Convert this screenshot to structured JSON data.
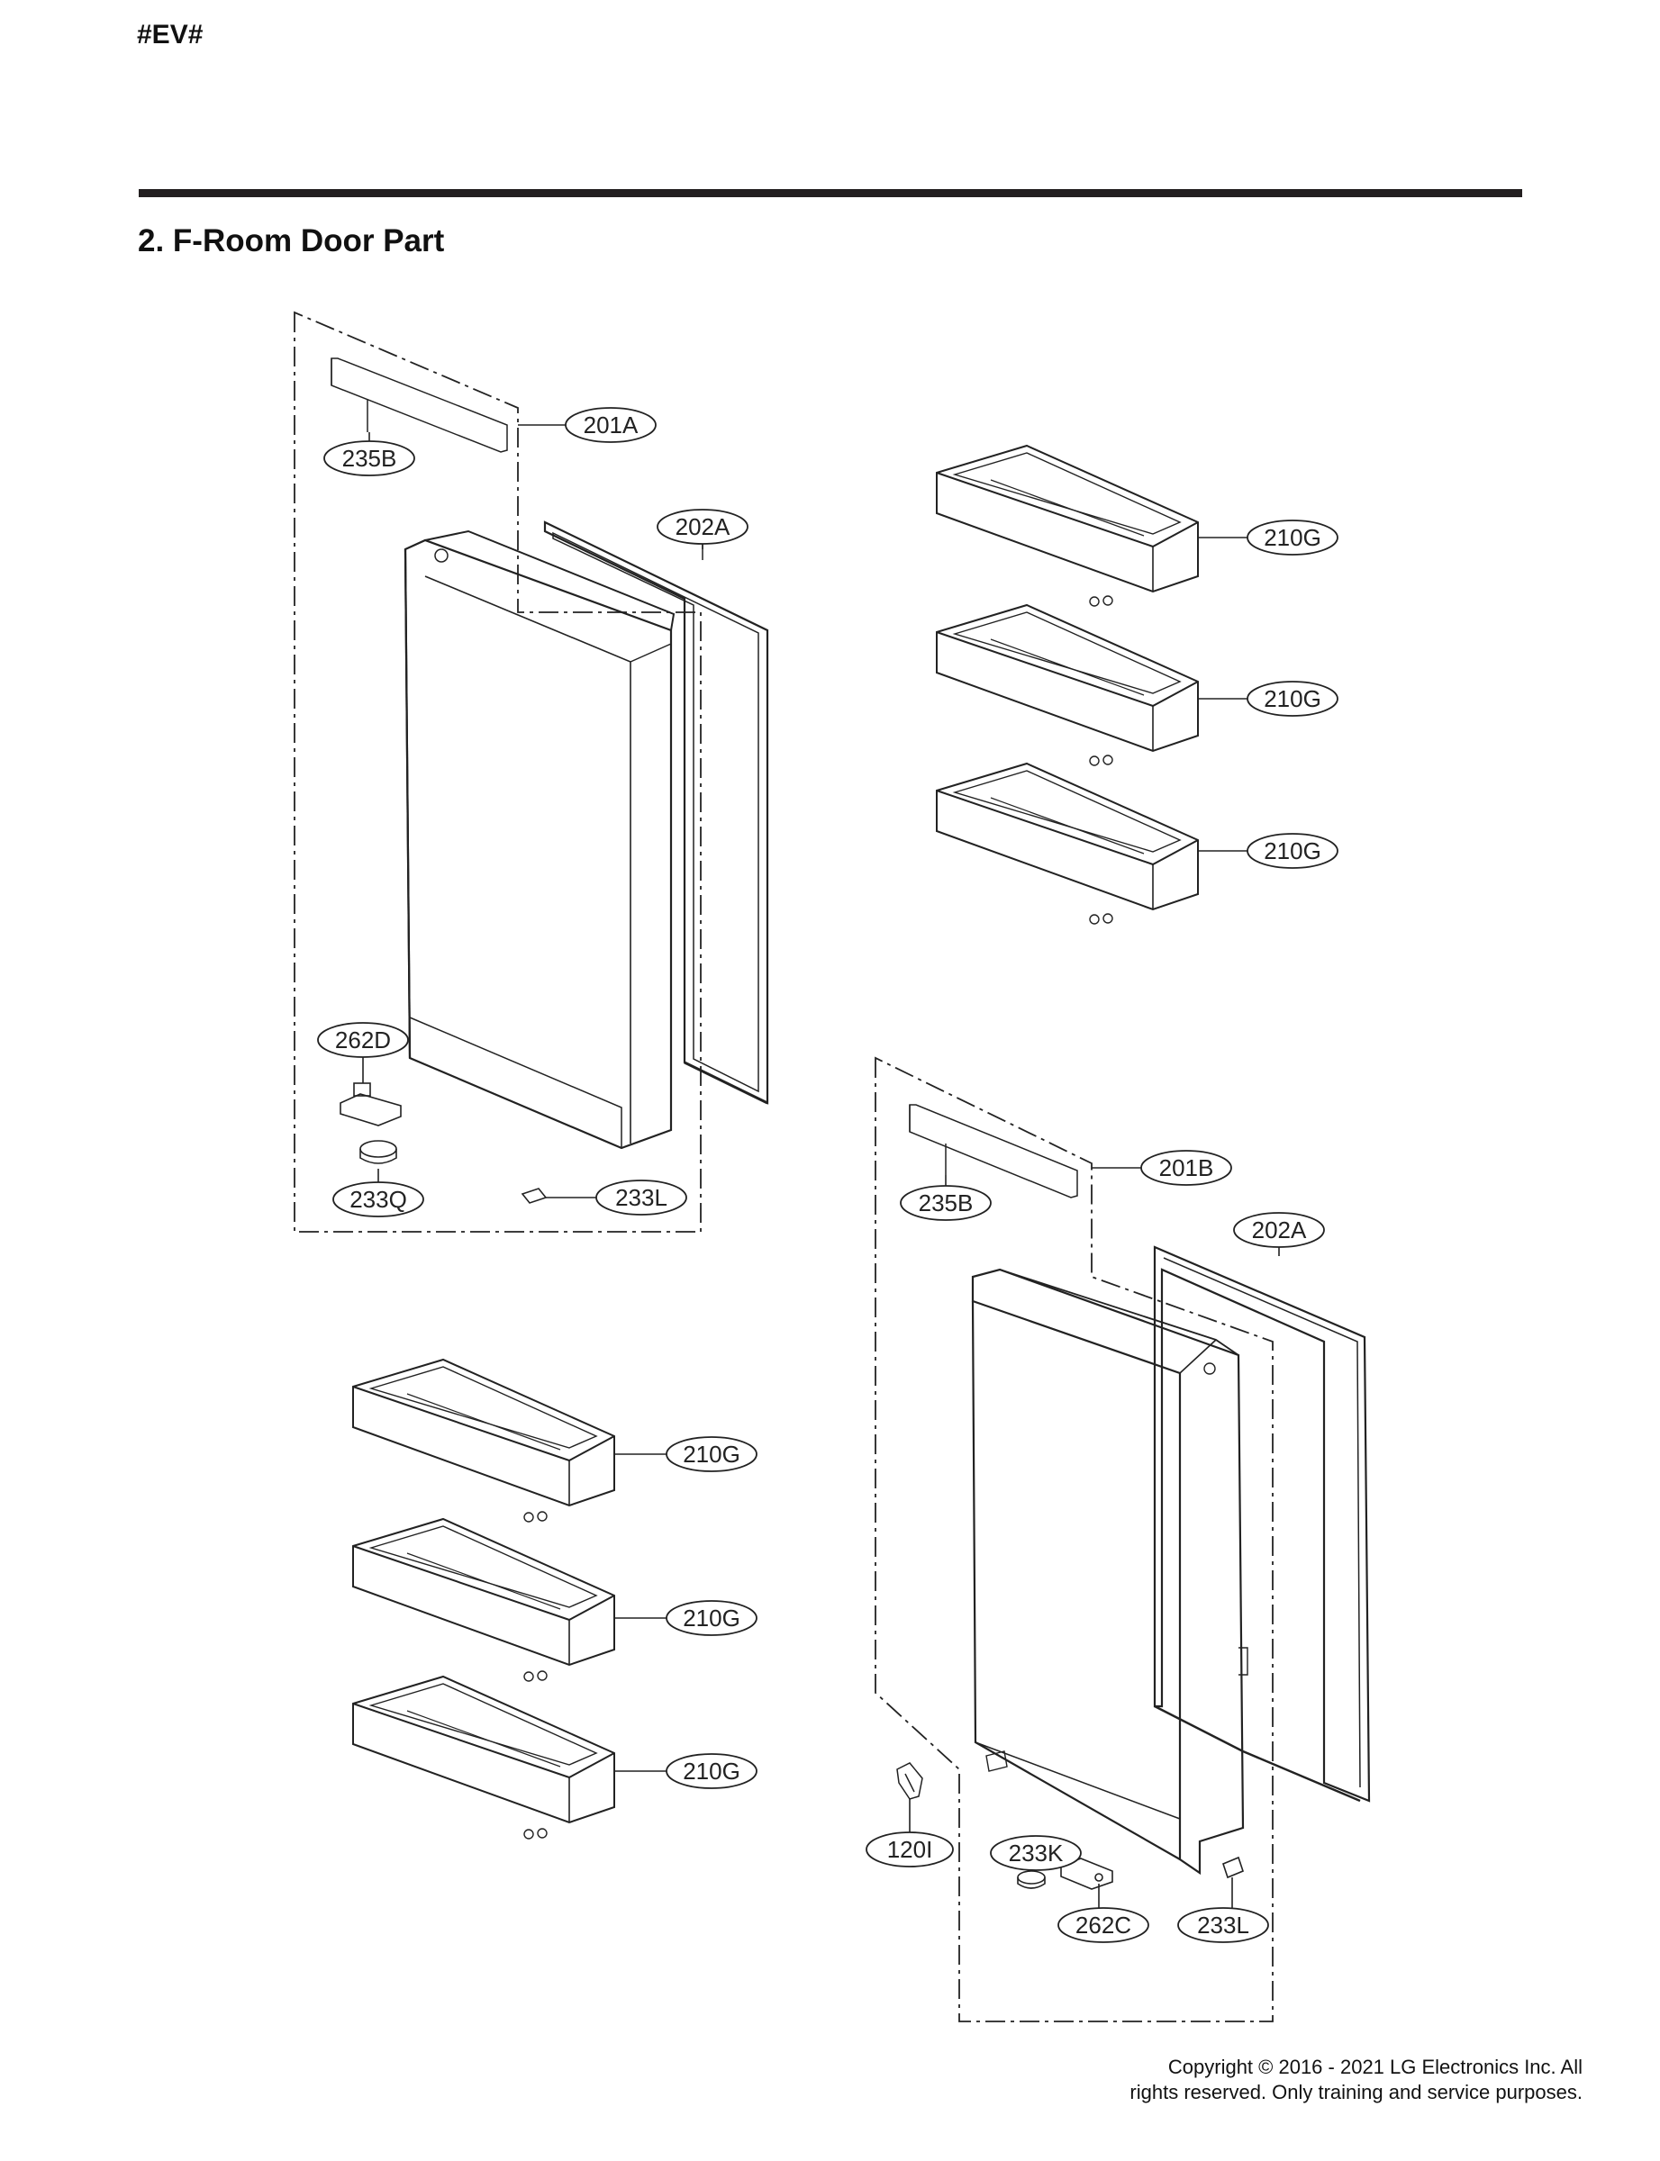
{
  "header": {
    "tag": "#EV#"
  },
  "section": {
    "title": "2. F-Room Door Part"
  },
  "callouts": [
    {
      "id": "c1",
      "label": "201A"
    },
    {
      "id": "c2",
      "label": "235B"
    },
    {
      "id": "c3",
      "label": "202A"
    },
    {
      "id": "c4",
      "label": "262D"
    },
    {
      "id": "c5",
      "label": "233Q"
    },
    {
      "id": "c6",
      "label": "233L"
    },
    {
      "id": "c7",
      "label": "210G"
    },
    {
      "id": "c8",
      "label": "210G"
    },
    {
      "id": "c9",
      "label": "210G"
    },
    {
      "id": "c10",
      "label": "201B"
    },
    {
      "id": "c11",
      "label": "235B"
    },
    {
      "id": "c12",
      "label": "202A"
    },
    {
      "id": "c13",
      "label": "210G"
    },
    {
      "id": "c14",
      "label": "210G"
    },
    {
      "id": "c15",
      "label": "210G"
    },
    {
      "id": "c16",
      "label": "120I"
    },
    {
      "id": "c17",
      "label": "233K"
    },
    {
      "id": "c18",
      "label": "262C"
    },
    {
      "id": "c19",
      "label": "233L"
    }
  ],
  "footer": {
    "copyright_line1": "Copyright © 2016 - 2021 LG Electronics Inc. All",
    "copyright_line2": "rights reserved. Only training and service purposes."
  }
}
